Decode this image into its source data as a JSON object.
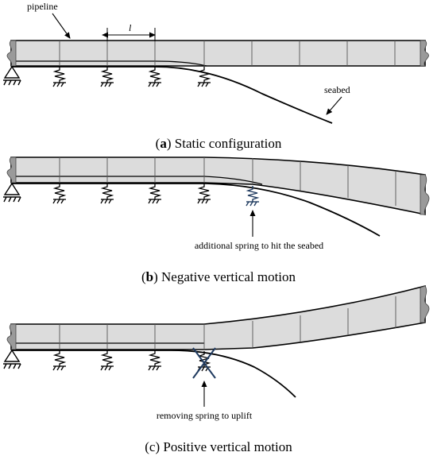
{
  "panels": [
    {
      "caption_letter": "a",
      "caption_text": "Static configuration",
      "labels": {
        "pipeline": "pipeline",
        "element_length": "l",
        "seabed": "seabed"
      }
    },
    {
      "caption_letter": "b",
      "caption_text": "Negative vertical motion",
      "labels": {
        "annotation": "additional spring to hit the seabed"
      }
    },
    {
      "caption_letter": "c",
      "caption_text": "Positive vertical motion",
      "labels": {
        "annotation": "removing spring to uplift"
      }
    }
  ],
  "colors": {
    "pipe_fill": "#dcdcdc",
    "pipe_stroke": "#000000",
    "pipe_end_fill": "#9a9a9a",
    "highlight_spring": "#1f3a5f"
  },
  "caption_parens": {
    "open": "(",
    "close": ")"
  }
}
